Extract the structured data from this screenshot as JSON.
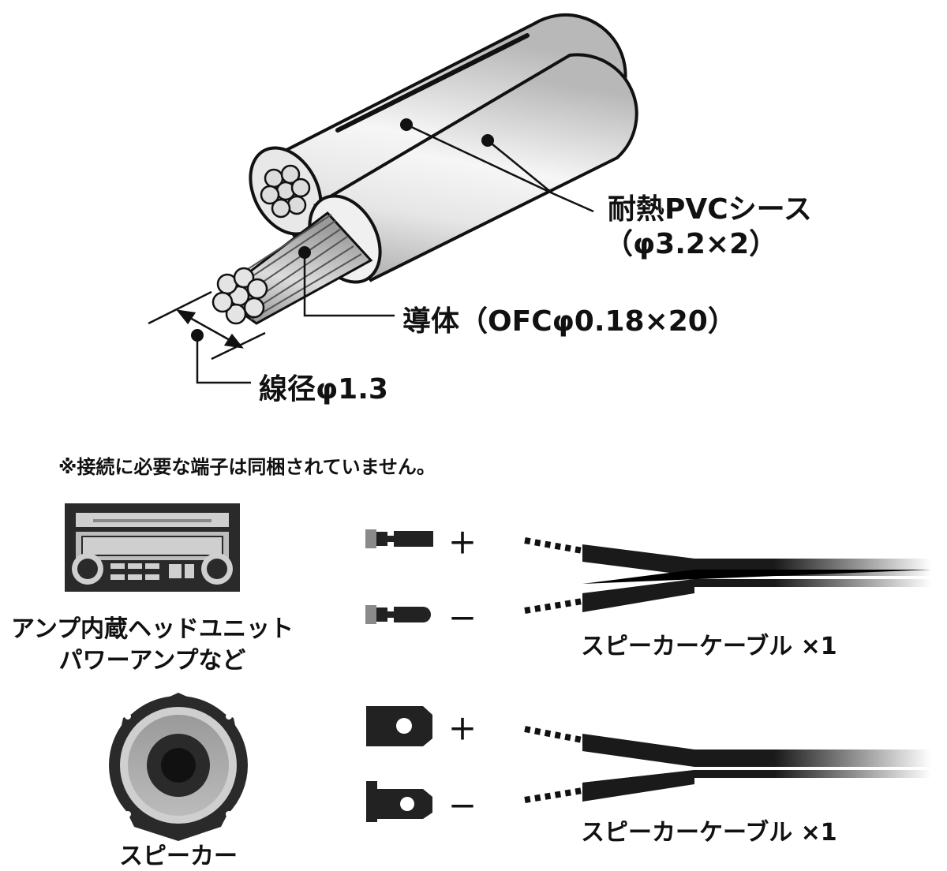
{
  "cable_spec": {
    "sheath_label": "耐熱PVCシース",
    "sheath_size": "（φ3.2×2）",
    "conductor_label": "導体（OFCφ0.18×20）",
    "wire_diameter_label": "線径φ1.3"
  },
  "notice": "※接続に必要な端子は同梱されていません。",
  "head_unit": {
    "caption_line1": "アンプ内蔵ヘッドユニット",
    "caption_line2": "パワーアンプなど",
    "plus_sign": "＋",
    "minus_sign": "－",
    "cable_caption": "スピーカーケーブル ×1"
  },
  "speaker": {
    "caption": "スピーカー",
    "plus_sign": "＋",
    "minus_sign": "－",
    "cable_caption": "スピーカーケーブル ×1"
  },
  "colors": {
    "ink": "#111111",
    "sheath_light": "#eeeeee",
    "sheath_mid": "#bdbdbd",
    "conductor": "#a9a9a9",
    "terminal_grey": "#777777"
  }
}
